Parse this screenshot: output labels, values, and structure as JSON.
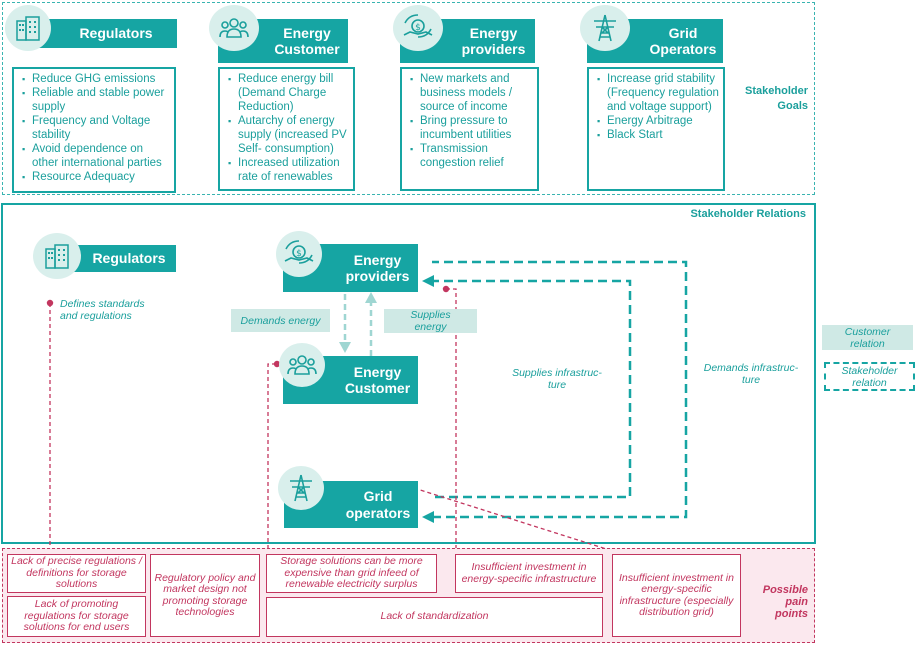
{
  "goals": {
    "section_label": "Stakeholder Goals",
    "stakeholders": [
      {
        "name": "Regulators",
        "icon": "buildings-icon",
        "goals": [
          "Reduce GHG emissions",
          "Reliable and stable power supply",
          "Frequency and Voltage stability",
          "Avoid dependence on other international parties",
          "Resource Adequacy"
        ]
      },
      {
        "name": "Energy Customer",
        "icon": "people-icon",
        "goals": [
          "Reduce energy bill (Demand Charge Reduction)",
          "Autarchy of energy supply (increased PV Self- consumption)",
          "Increased utilization rate of renewables"
        ]
      },
      {
        "name": "Energy providers",
        "icon": "money-hand-icon",
        "goals": [
          "New markets and business models / source of income",
          "Bring pressure to incumbent utilities",
          "Transmission congestion relief"
        ]
      },
      {
        "name": "Grid Operators",
        "icon": "power-tower-icon",
        "goals": [
          "Increase grid stability (Frequency regulation and voltage support)",
          "Energy Arbitrage",
          "Black Start"
        ]
      }
    ]
  },
  "relations": {
    "section_label": "Stakeholder Relations",
    "regulators": "Regulators",
    "energy_providers": "Energy providers",
    "energy_customer": "Energy Customer",
    "grid_operators": "Grid operators",
    "defines_standards": "Defines standards and regulations",
    "demands_energy": "Demands energy",
    "supplies_energy": "Supplies energy",
    "supplies_infrastructure": "Supplies infrastruc-ture",
    "demands_infrastructure": "Demands infrastruc-ture"
  },
  "legend": {
    "customer_relation": "Customer relation",
    "stakeholder_relation": "Stakeholder relation"
  },
  "pain_points": {
    "section_label": "Possible pain points",
    "items": [
      "Lack of precise regulations / definitions for storage solutions",
      "Lack of promoting regulations for storage solutions for end users",
      "Regulatory policy and market design not promoting storage technologies",
      "Storage solutions can be more expensive than grid infeed of renewable electricity surplus",
      "Insufficient investment in energy-specific infrastructure",
      "Lack of standardization",
      "Insufficient investment in energy-specific infrastructure (especially distribution grid)"
    ]
  },
  "colors": {
    "teal": "#16a5a3",
    "light_teal": "#d9efec",
    "pain": "#c2365f",
    "pain_bg": "#fbe8ee"
  }
}
